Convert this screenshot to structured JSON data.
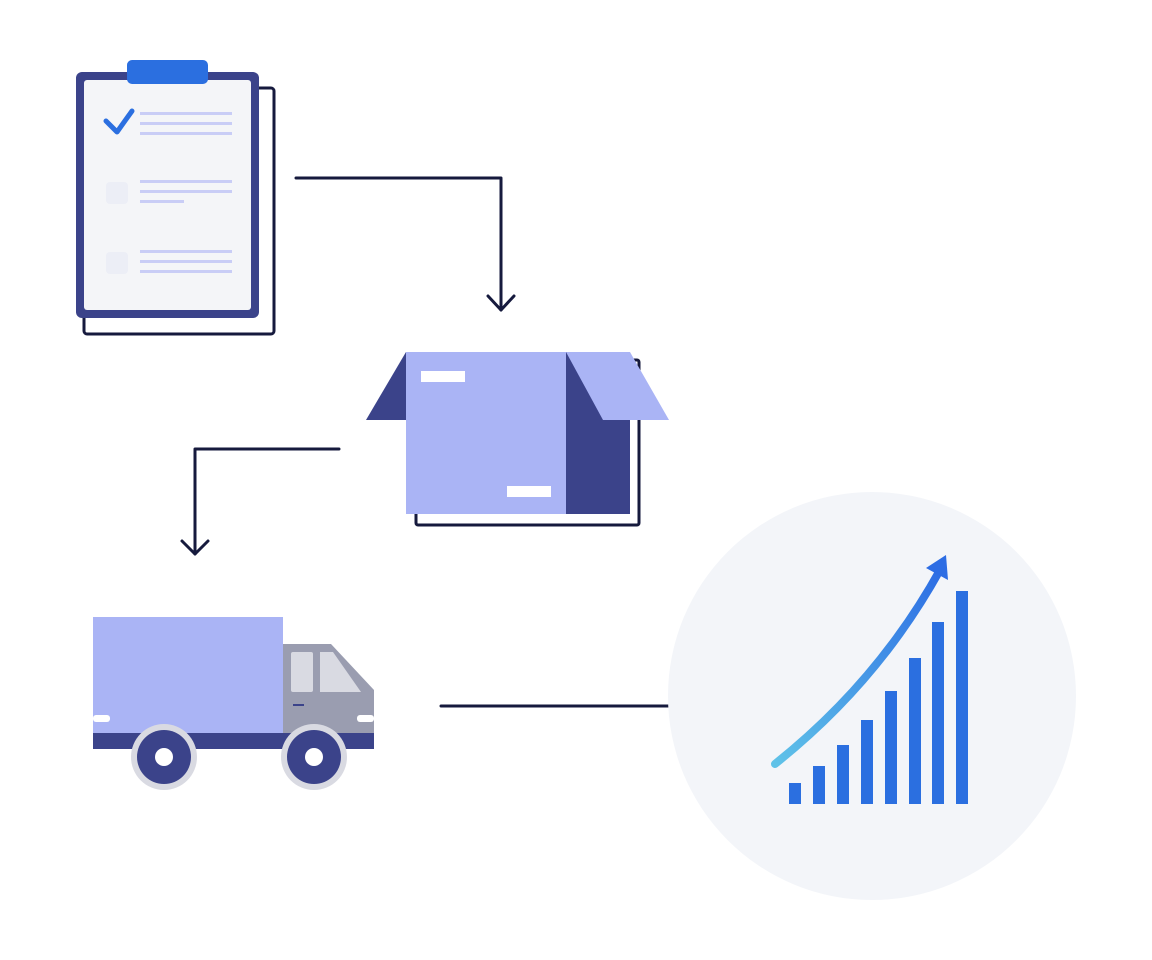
{
  "diagram": {
    "type": "process-flow",
    "steps": [
      {
        "id": "order-checklist",
        "icon": "clipboard-checklist-icon",
        "checked_items": 1,
        "total_items": 3
      },
      {
        "id": "packaging",
        "icon": "open-box-icon"
      },
      {
        "id": "shipping",
        "icon": "delivery-truck-icon"
      },
      {
        "id": "growth",
        "icon": "growth-chart-icon"
      }
    ],
    "connections": [
      {
        "from": "order-checklist",
        "to": "packaging"
      },
      {
        "from": "packaging",
        "to": "shipping"
      },
      {
        "from": "shipping",
        "to": "growth"
      }
    ]
  },
  "colors": {
    "navy": "#3b438a",
    "lavender": "#aab4f5",
    "brand_blue": "#2b6fe0",
    "arrow_dark": "#161a3d",
    "paper": "#f4f5f8",
    "truck_gray": "#9a9db0",
    "window_gray": "#d9dae2",
    "circle_bg": "#f3f5f9",
    "line_light": "#c9cdf6",
    "trend_start": "#5fc2e8",
    "trend_end": "#2d6de4"
  }
}
